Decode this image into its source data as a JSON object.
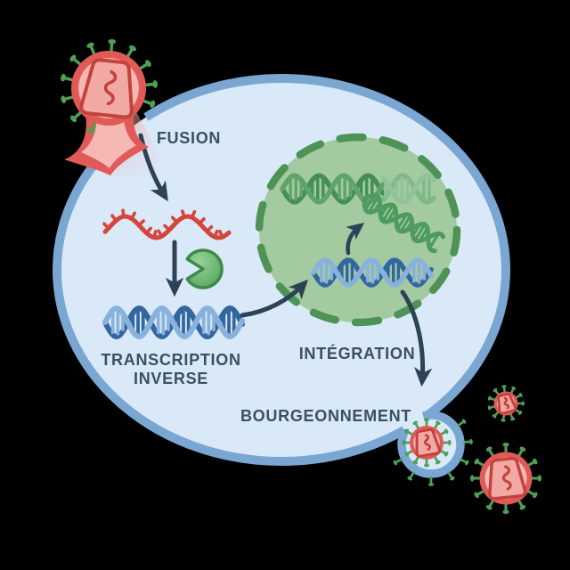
{
  "labels": {
    "fusion": "FUSION",
    "transcription_inverse": [
      "TRANSCRIPTION",
      "INVERSE"
    ],
    "integration": "INTÉGRATION",
    "bourgeonnement": "BOURGEONNEMENT"
  },
  "colors": {
    "background": "#000000",
    "cell_fill": "#d9e9f8",
    "membrane": "#7aa6d2",
    "nucleus_fill": "#a3caa1",
    "nucleus_border": "#4e9355",
    "virus_envelope": "#e05b58",
    "virus_inner": "#f5b8b4",
    "capsid_outline": "#c2423c",
    "spike_green": "#4f9f5a",
    "rna_red": "#d6453b",
    "dna_blue_dark": "#33659f",
    "dna_blue_light": "#88b2dc",
    "dna_green_dark": "#448f55",
    "dna_green_light": "#7fb889",
    "enzyme_green": "#58a761",
    "arrow": "#2c4257",
    "text": "#3a5065"
  }
}
